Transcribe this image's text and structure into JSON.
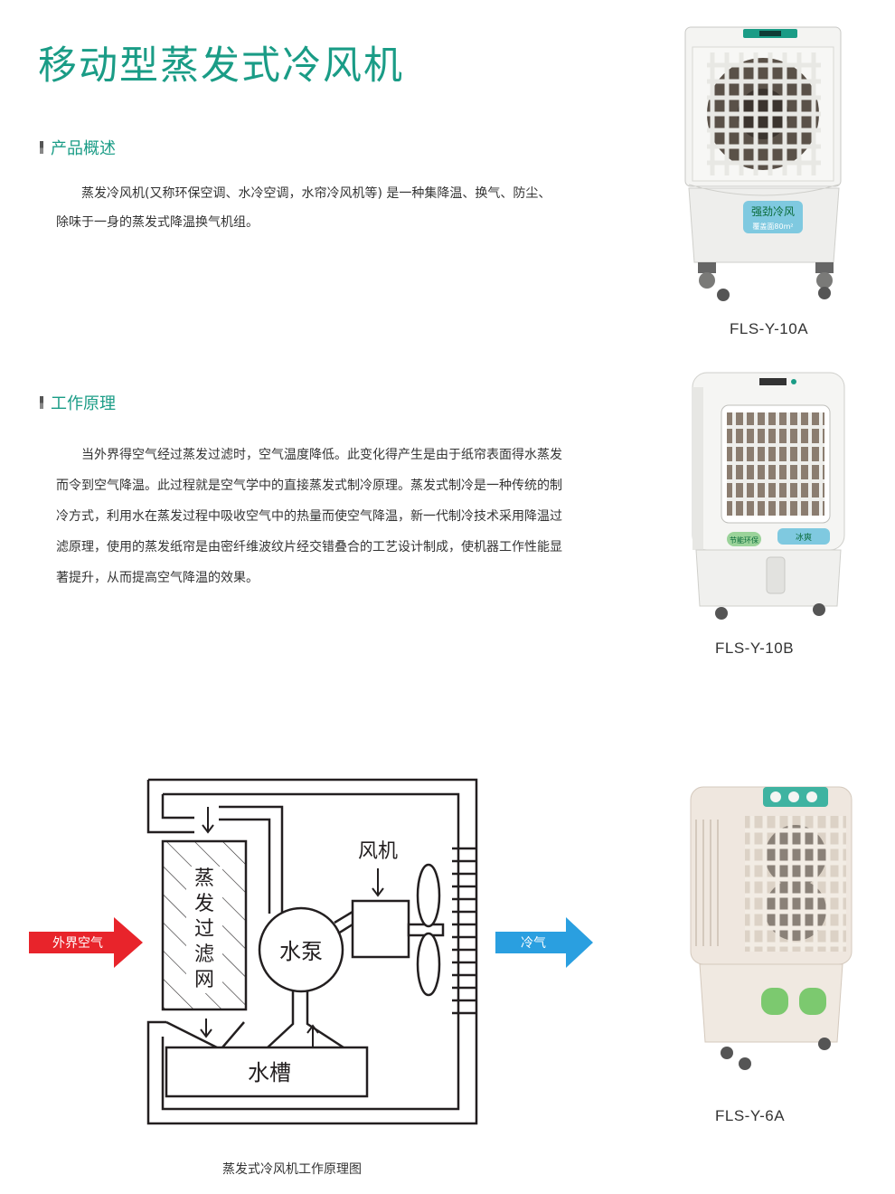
{
  "page": {
    "title": "移动型蒸发式冷风机"
  },
  "overview": {
    "heading": "产品概述",
    "text": "蒸发冷风机(又称环保空调、水冷空调，水帘冷风机等) 是一种集降温、换气、防尘、除味于一身的蒸发式降温换气机组。"
  },
  "principle": {
    "heading": "工作原理",
    "text": "当外界得空气经过蒸发过滤时，空气温度降低。此变化得产生是由于纸帘表面得水蒸发而令到空气降温。此过程就是空气学中的直接蒸发式制冷原理。蒸发式制冷是一种传统的制冷方式，利用水在蒸发过程中吸收空气中的热量而使空气降温，新一代制冷技术采用降温过滤原理，使用的蒸发纸帘是由密纤维波纹片经交错叠合的工艺设计制成，使机器工作性能显著提升，从而提高空气降温的效果。"
  },
  "products": [
    {
      "model": "FLS-Y-10A",
      "badge": "强劲冷风",
      "badge_sub": "覆盖面80m²"
    },
    {
      "model": "FLS-Y-10B",
      "badge_left": "节能环保",
      "badge_right": "冰爽"
    },
    {
      "model": "FLS-Y-6A"
    }
  ],
  "diagram": {
    "filter_label": [
      "蒸",
      "发",
      "过",
      "滤",
      "网"
    ],
    "pump_label": "水泵",
    "fan_label": "风机",
    "tank_label": "水槽",
    "inlet_label": "外界空气",
    "outlet_label": "冷气",
    "inlet_color": "#e8242b",
    "outlet_color": "#2a9fe0",
    "caption": "蒸发式冷风机工作原理图"
  },
  "colors": {
    "accent": "#1a9c86",
    "line": "#231f20"
  }
}
